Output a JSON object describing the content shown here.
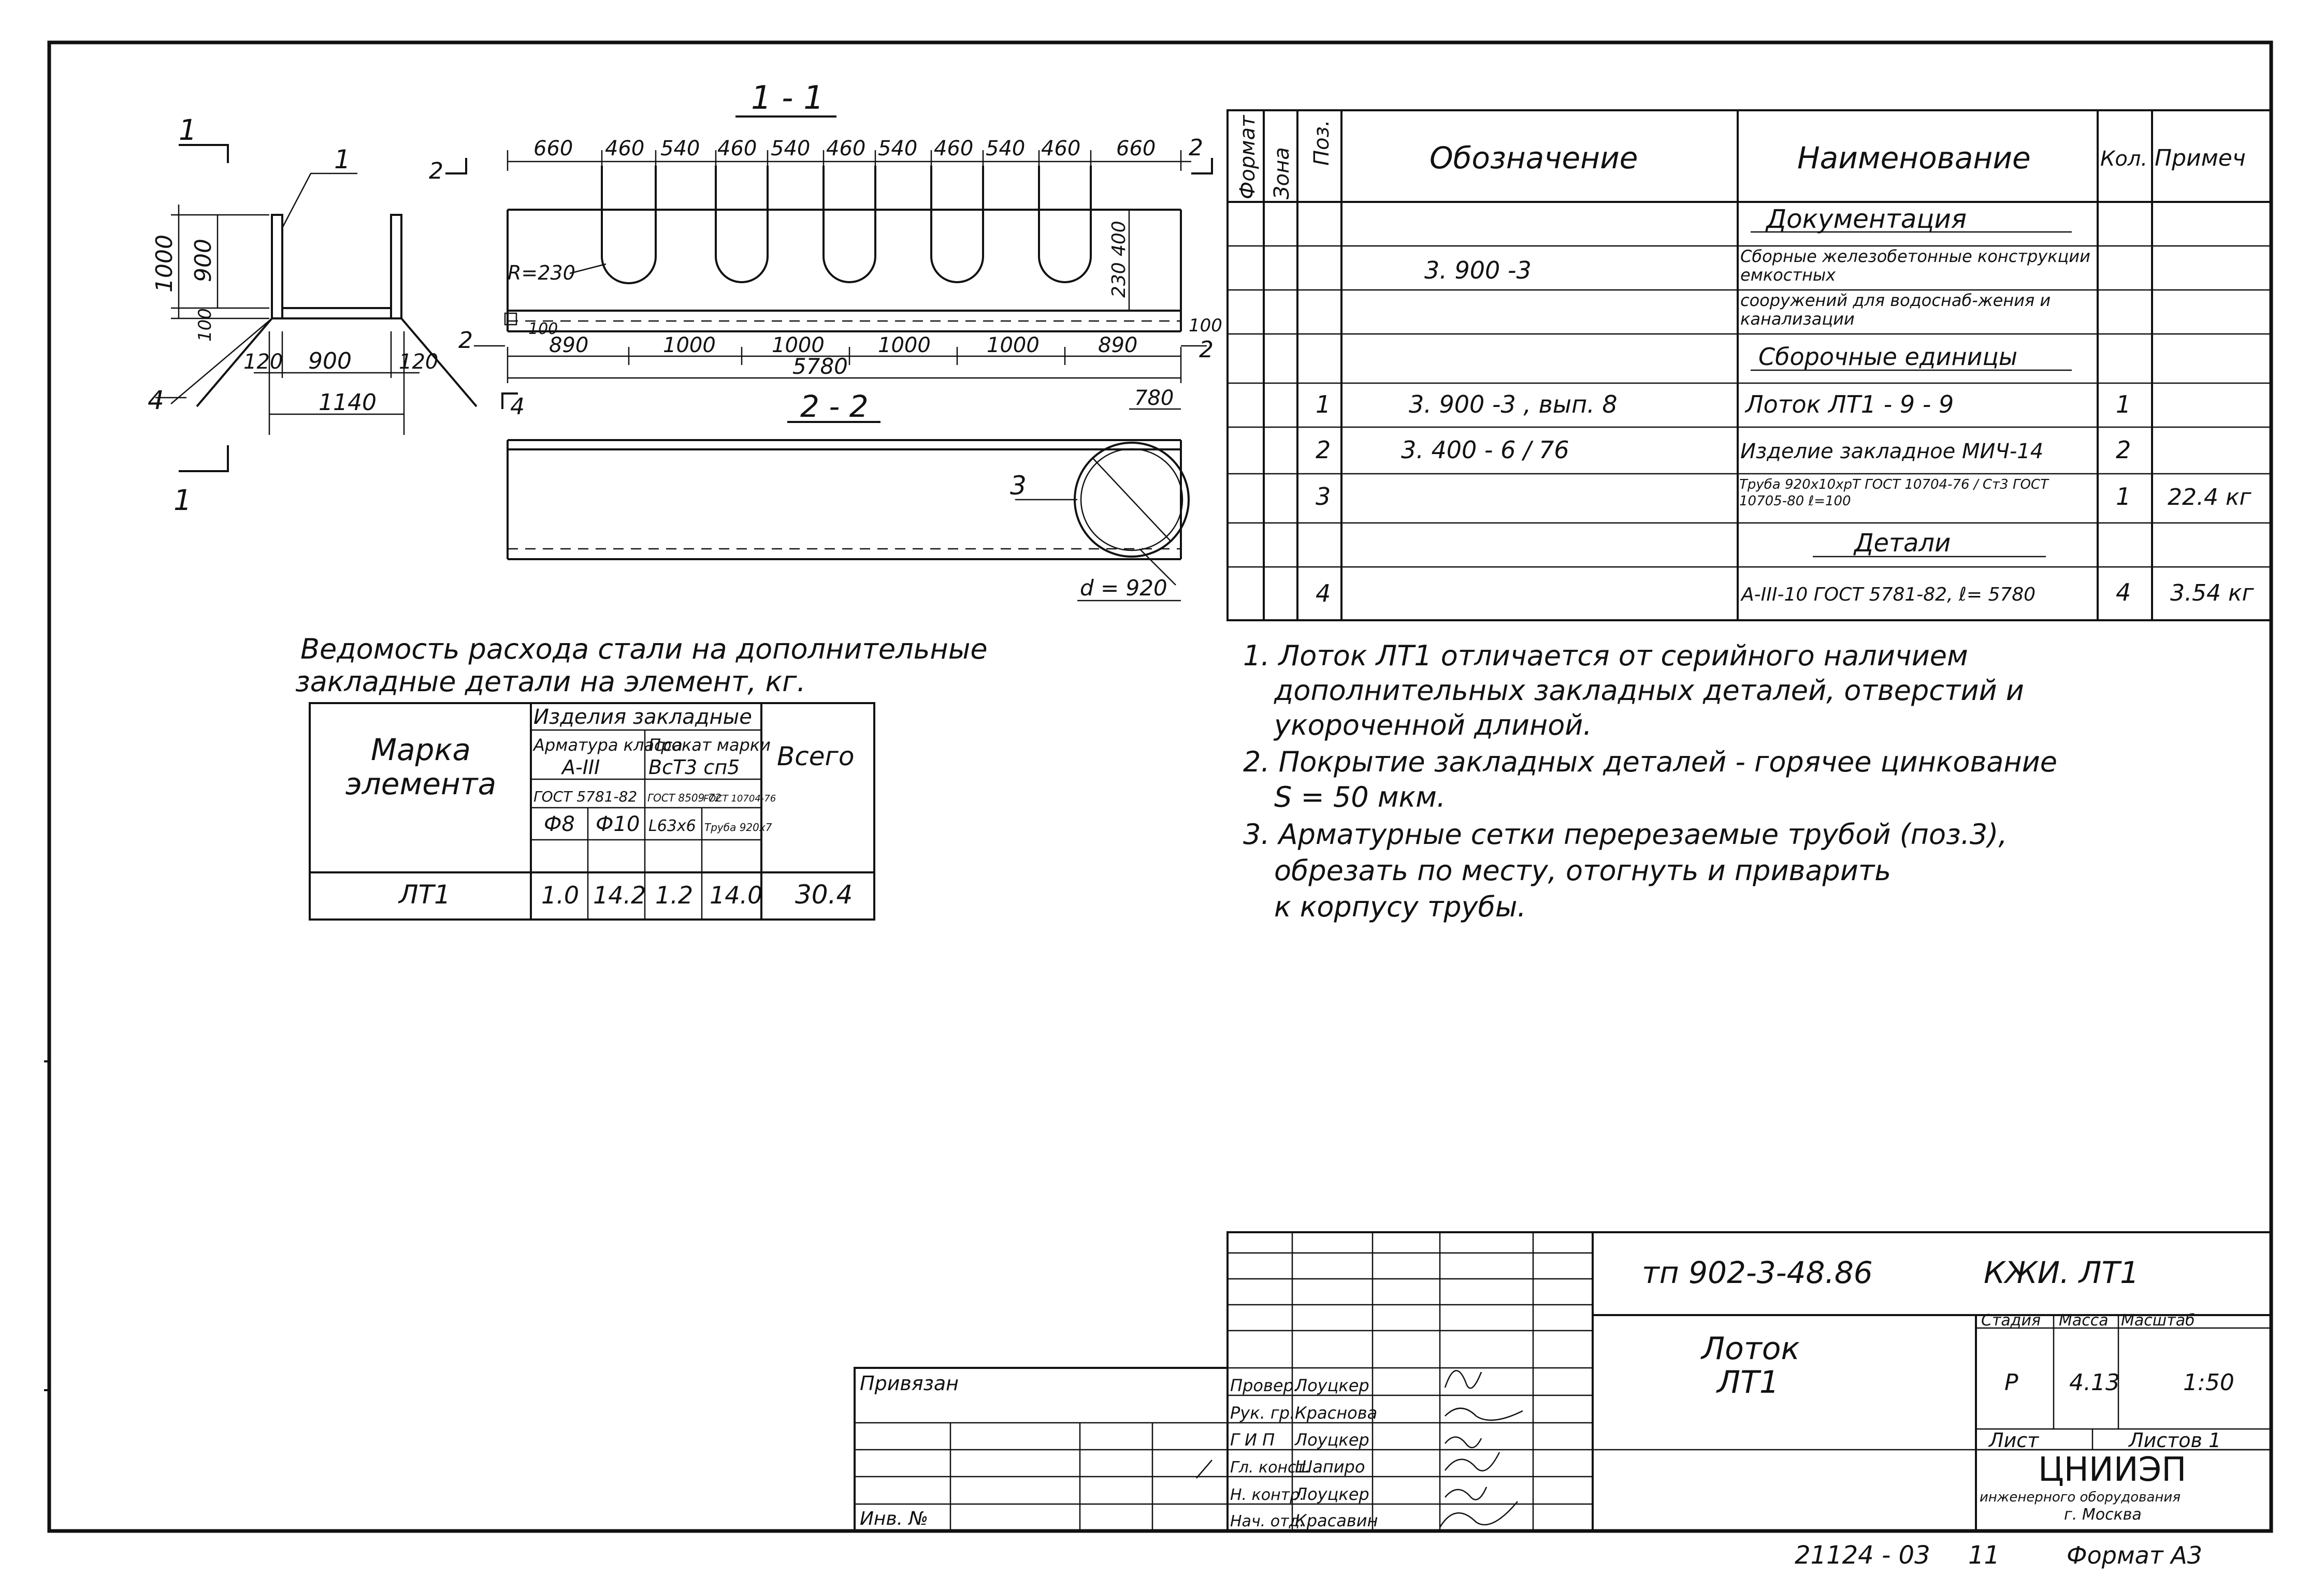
{
  "sections": {
    "sec11": "1 - 1",
    "sec22": "2 - 2",
    "mark1": "1",
    "mark2": "2"
  },
  "left_view": {
    "dim_1000": "1000",
    "dim_900": "900",
    "dim_100": "100",
    "dim_120a": "120",
    "dim_900b": "900",
    "dim_120b": "120",
    "dim_1140": "1140",
    "pos1": "1",
    "pos4": "4"
  },
  "section11": {
    "top_dims": [
      "660",
      "460",
      "540",
      "460",
      "540",
      "460",
      "540",
      "460",
      "540",
      "460",
      "660"
    ],
    "bottom_dims": [
      "890",
      "1000",
      "1000",
      "1000",
      "1000",
      "890"
    ],
    "total": "5780",
    "radius": "R=230",
    "dim_400": "400",
    "dim_230": "230",
    "dim_100l": "100",
    "dim_100r": "100",
    "pos2": "2",
    "pos4": "4"
  },
  "section22": {
    "dim_780": "780",
    "pos3": "3",
    "diameter": "d = 920"
  },
  "spec": {
    "headers": [
      "Формат",
      "Зона",
      "Поз.",
      "Обозначение",
      "Наименование",
      "Кол.",
      "Примеч"
    ],
    "rows": [
      {
        "pos": "",
        "designation": "",
        "name": "Документация",
        "qty": "",
        "note": ""
      },
      {
        "pos": "",
        "designation": "3. 900 -3",
        "name": "Сборные железобетонные конструкции емкостных",
        "qty": "",
        "note": ""
      },
      {
        "pos": "",
        "designation": "",
        "name": "сооружений для водоснаб-жения и канализации",
        "qty": "",
        "note": ""
      },
      {
        "pos": "",
        "designation": "",
        "name": "Сборочные единицы",
        "qty": "",
        "note": ""
      },
      {
        "pos": "1",
        "designation": "3. 900 -3 , вып. 8",
        "name": "Лоток ЛТ1 - 9 - 9",
        "qty": "1",
        "note": ""
      },
      {
        "pos": "2",
        "designation": "3. 400 - 6 / 76",
        "name": "Изделие закладное МИЧ-14",
        "qty": "2",
        "note": ""
      },
      {
        "pos": "3",
        "designation": "",
        "name": "Труба 920х10хрТ ГОСТ 10704-76 / Ст3 ГОСТ 10705-80 ℓ=100",
        "qty": "1",
        "note": "22.4 кг"
      },
      {
        "pos": "",
        "designation": "",
        "name": "Детали",
        "qty": "",
        "note": ""
      },
      {
        "pos": "4",
        "designation": "",
        "name": "А-III-10 ГОСТ 5781-82, ℓ= 5780",
        "qty": "4",
        "note": "3.54 кг"
      }
    ]
  },
  "steel": {
    "title_line1": "Ведомость расхода стали на дополнительные",
    "title_line2": "закладные детали на элемент, кг.",
    "col_mark": "Марка элемента",
    "col_group": "Изделия закладные",
    "col_arm": "Арматура класса",
    "col_arm_cls": "А-III",
    "col_arm_gost": "ГОСТ 5781-82",
    "col_prokat": "Прокат марки",
    "col_prokat_cls": "ВсТ3 сп5",
    "col_gost_a": "ГОСТ 8509-72",
    "col_gost_b": "ГОСТ 10704-76",
    "col_d8": "Ф8",
    "col_d10": "Ф10",
    "col_l": "L63х6",
    "col_pipe": "Труба 920х7",
    "col_total": "Всего",
    "row": {
      "mark": "ЛТ1",
      "d8": "1.0",
      "d10": "14.2",
      "l": "1.2",
      "pipe": "14.0",
      "total": "30.4"
    }
  },
  "notes": [
    "1. Лоток ЛТ1 отличается от серийного наличием",
    "дополнительных закладных деталей, отверстий и",
    "укороченной длиной.",
    "2. Покрытие закладных деталей - горячее цинкование",
    "S = 50 мкм.",
    "3. Арматурные сетки перерезаемые трубой (поз.3),",
    "обрезать по месту, отогнуть и приварить",
    "к корпусу трубы."
  ],
  "title_block": {
    "code": "тп 902-3-48.86",
    "mark": "КЖИ. ЛТ1",
    "name_line1": "Лоток",
    "name_line2": "ЛТ1",
    "stage_label": "Стадия",
    "mass_label": "Масса",
    "scale_label": "Масштаб",
    "stage": "Р",
    "mass": "4.13",
    "scale": "1:50",
    "sheet_label": "Лист",
    "sheets_label": "Листов 1",
    "org": "ЦНИИЭП",
    "org_sub1": "инженерного оборудования",
    "org_sub2": "г. Москва",
    "privyazan": "Привязан",
    "inv": "Инв. №",
    "roles": [
      "Провер.",
      "Рук. гр.",
      "Г И П",
      "Гл. конст.",
      "Н. контр.",
      "Нач. отд."
    ],
    "names": [
      "Лоуцкер",
      "Краснова",
      "Лоуцкер",
      "Шапиро",
      "Лоуцкер",
      "Красавин"
    ]
  },
  "footer": {
    "number": "21124 - 03",
    "sheet": "11",
    "format": "Формат А3"
  }
}
